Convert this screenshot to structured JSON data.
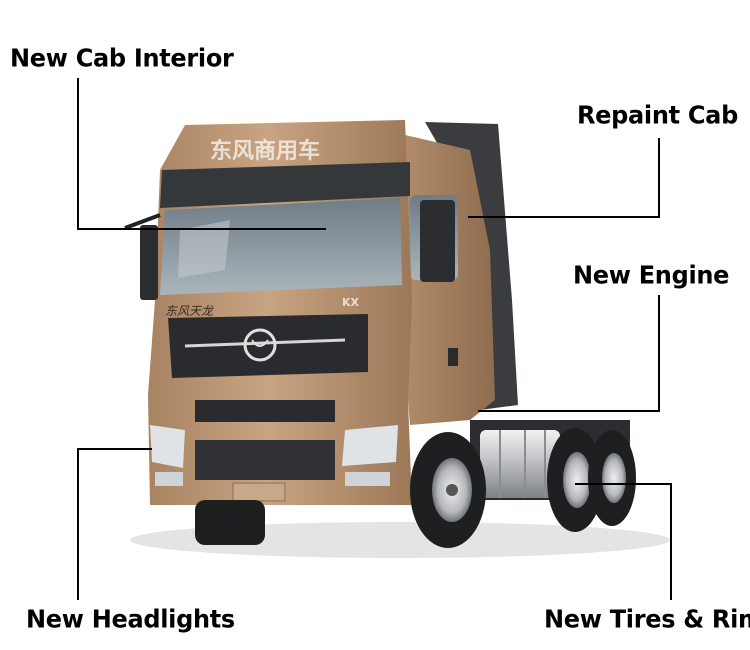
{
  "callouts": {
    "cab_interior": "New Cab Interior",
    "repaint_cab": "Repaint Cab",
    "new_engine": "New Engine",
    "new_headlights": "New Headlights",
    "new_tires_rim": "New Tires & Rim"
  },
  "truck": {
    "visor_text": "东风商用车",
    "badge_text": "KX",
    "script_badge": "东风天龙",
    "body_color": "#b8926c"
  }
}
